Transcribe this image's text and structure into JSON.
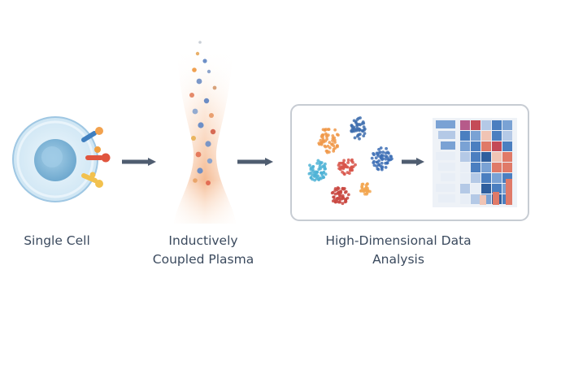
{
  "steps": [
    {
      "id": "cell",
      "lines": [
        "Single Cell"
      ]
    },
    {
      "id": "icp",
      "lines": [
        "Inductively",
        "Coupled Plasma"
      ]
    },
    {
      "id": "analysis",
      "lines": [
        "High-Dimensional Data",
        "Analysis"
      ]
    }
  ],
  "icons": [
    "cell-icon",
    "antibody-tag-icon",
    "plasma-torch-icon",
    "arrow-right-icon",
    "scatter-cluster-icon",
    "heatmap-icon"
  ],
  "colors": {
    "text": "#3b4a5e",
    "arrow": "#4f5d70",
    "cell_outer": "#d9ecf7",
    "cell_inner": "#8fc0df",
    "plasma": "#f4b98f",
    "blue_marker": "#3f7fbf",
    "red_marker": "#e0553e",
    "yellow_marker": "#f2c14e",
    "panel_border": "#c7ccd3"
  }
}
